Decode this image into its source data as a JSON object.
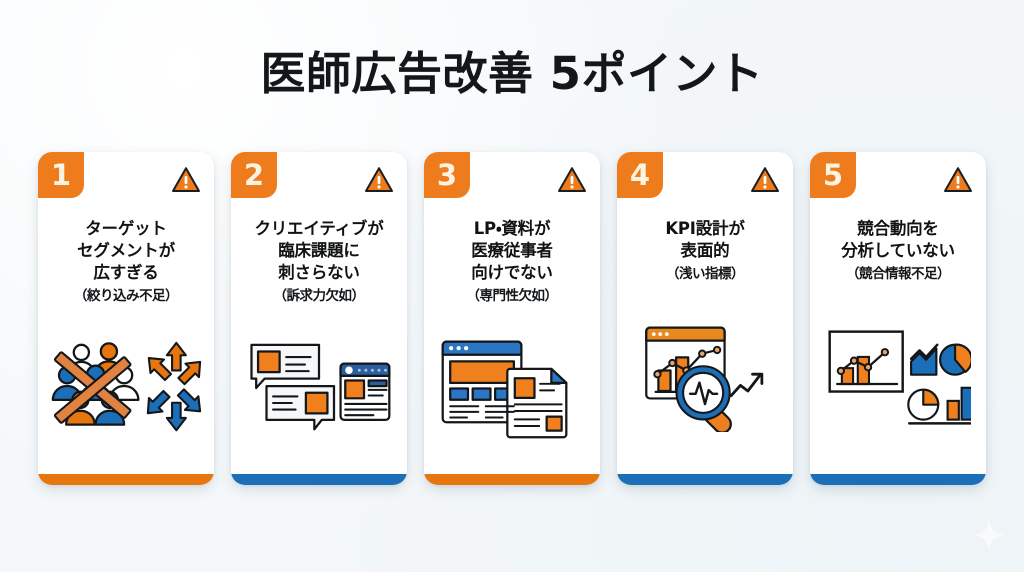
{
  "page": {
    "title": "医師広告改善 5ポイント",
    "background_color": "#f3f7f9",
    "accent_orange": "#e8760e",
    "accent_blue": "#1a6fb8",
    "badge_color": "#ee7c1c",
    "watermark": "sparkle-watermark"
  },
  "cards": [
    {
      "number": "1",
      "title": "ターゲット\nセグメントが\n広すぎる",
      "subtitle": "（絞り込み不足）",
      "accent": "orange",
      "warning_icon": "warning-triangle-icon",
      "illustration": "crossed-out-audience-and-scattered-arrows"
    },
    {
      "number": "2",
      "title": "クリエイティブが\n臨床課題に\n刺さらない",
      "subtitle": "（訴求力欠如）",
      "accent": "blue",
      "warning_icon": "warning-triangle-icon",
      "illustration": "speech-bubbles-and-web-banner"
    },
    {
      "number": "3",
      "title": "LP・資料が\n医療従事者\n向けでない",
      "subtitle": "（専門性欠如）",
      "accent": "orange",
      "warning_icon": "warning-triangle-icon",
      "illustration": "landing-page-and-document"
    },
    {
      "number": "4",
      "title": "KPI設計が\n表面的",
      "subtitle": "（浅い指標）",
      "accent": "blue",
      "warning_icon": "warning-triangle-icon",
      "illustration": "dashboard-with-magnifier-and-trend-arrow"
    },
    {
      "number": "5",
      "title": "競合動向を\n分析していない",
      "subtitle": "（競合情報不足）",
      "accent": "blue",
      "warning_icon": "warning-triangle-icon",
      "illustration": "chart-frame-and-analytics-icons"
    }
  ]
}
